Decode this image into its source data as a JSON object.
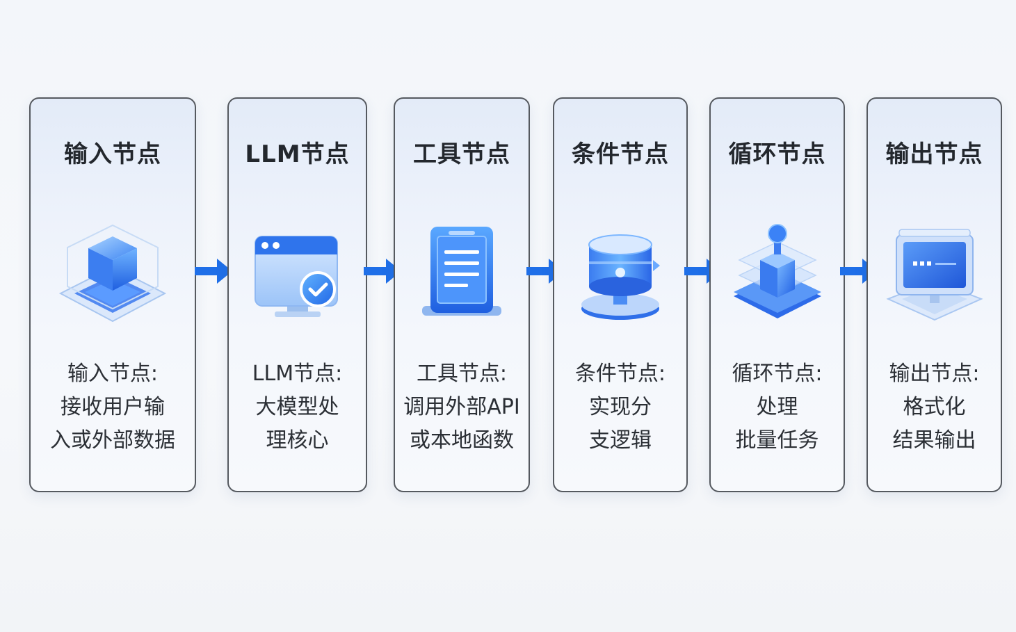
{
  "nodes": [
    {
      "title": "输入节点",
      "icon": "cube-platform-icon",
      "desc": [
        "输入节点:",
        "接收用户输",
        "入或外部数据"
      ]
    },
    {
      "title": "LLM节点",
      "icon": "browser-check-icon",
      "desc": [
        "LLM节点:",
        "大模型处",
        "理核心"
      ]
    },
    {
      "title": "工具节点",
      "icon": "document-tablet-icon",
      "desc": [
        "工具节点:",
        "调用外部API",
        "或本地函数"
      ]
    },
    {
      "title": "条件节点",
      "icon": "cylinder-branch-icon",
      "desc": [
        "条件节点:",
        "实现分",
        "支逻辑"
      ]
    },
    {
      "title": "循环节点",
      "icon": "stacked-layers-icon",
      "desc": [
        "循环节点:",
        "处理",
        "批量任务"
      ]
    },
    {
      "title": "输出节点",
      "icon": "monitor-output-icon",
      "desc": [
        "输出节点:",
        "格式化",
        "结果输出"
      ]
    }
  ],
  "colors": {
    "accent": "#1f6fe8",
    "card_border": "#55595f",
    "title_text": "#23272d"
  }
}
